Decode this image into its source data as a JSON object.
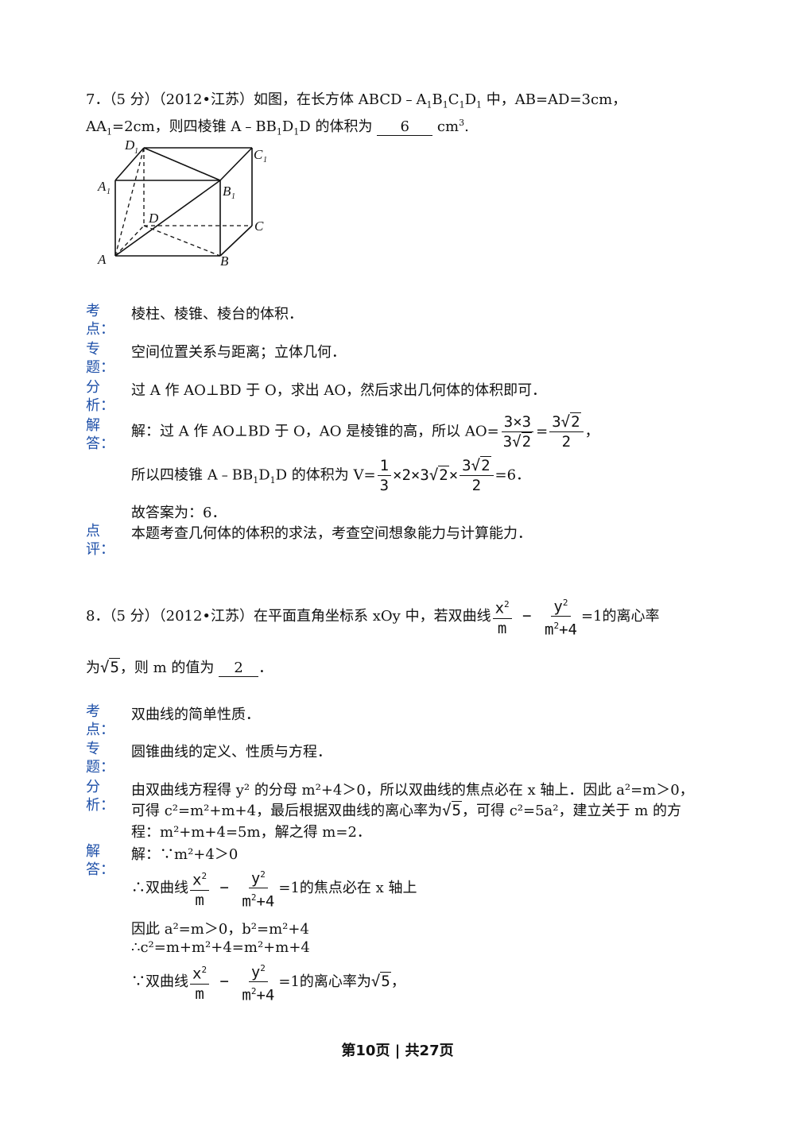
{
  "q7": {
    "line1": "7．（5 分）（2012•江苏）如图，在长方体 ABCD﹣A",
    "line1_end": "中，AB=AD=3cm，",
    "line2_a": "AA",
    "line2_b": "=2cm，则四棱锥 A﹣BB",
    "line2_c": "D 的体积为",
    "answer": "6",
    "unit": "cm",
    "figure_labels": {
      "D1": "D",
      "C1": "C",
      "A1": "A",
      "B1": "B",
      "D": "D",
      "C": "C",
      "A": "A",
      "B": "B",
      "sub1": "1"
    },
    "labels": {
      "kaodian": "考点：",
      "zhuanti": "专题：",
      "fenxi": "分析：",
      "jieda": "解答：",
      "dianping": "点评："
    },
    "kaodian": "棱柱、棱锥、棱台的体积．",
    "zhuanti": "空间位置关系与距离；立体几何．",
    "fenxi": "过 A 作 AO⊥BD 于 O，求出 AO，然后求出几何体的体积即可．",
    "jieda1": "解：过 A 作 AO⊥BD 于 O，AO 是棱锥的高，所以 AO=",
    "jieda2_a": "所以四棱锥 A﹣BB",
    "jieda2_b": "D 的体积为 V=",
    "answer_line": "故答案为：6．",
    "dianping": "本题考查几何体的体积的求法，考查空间想象能力与计算能力．"
  },
  "q8": {
    "line1": "8．（5 分）（2012•江苏）在平面直角坐标系 xOy 中，若双曲线",
    "line1_end": "=1的离心率",
    "line2_a": "为",
    "line2_b": "，则 m 的值为",
    "answer": "2",
    "labels": {
      "kaodian": "考点：",
      "zhuanti": "专题：",
      "fenxi": "分析：",
      "jieda": "解答："
    },
    "kaodian": "双曲线的简单性质．",
    "zhuanti": "圆锥曲线的定义、性质与方程．",
    "fenxi1": "由双曲线方程得 y² 的分母 m²+4＞0，所以双曲线的焦点必在 x 轴上．因此 a²=m＞0，",
    "fenxi2_a": "可得 c²=m²+m+4，最后根据双曲线的离心率为",
    "fenxi2_b": "，可得 c²=5a²，建立关于 m 的方",
    "fenxi3": "程：m²+m+4=5m，解之得 m=2．",
    "sol1": "解：∵m²+4＞0",
    "sol2_a": "∴双曲线",
    "sol2_b": "=1的焦点必在 x 轴上",
    "sol3": "因此 a²=m＞0，b²=m²+4",
    "sol4": "∴c²=m+m²+4=m²+m+4",
    "sol5_a": "∵双曲线",
    "sol5_b": "=1的离心率为",
    "sol5_c": "，"
  },
  "footer": "第10页 | 共27页"
}
